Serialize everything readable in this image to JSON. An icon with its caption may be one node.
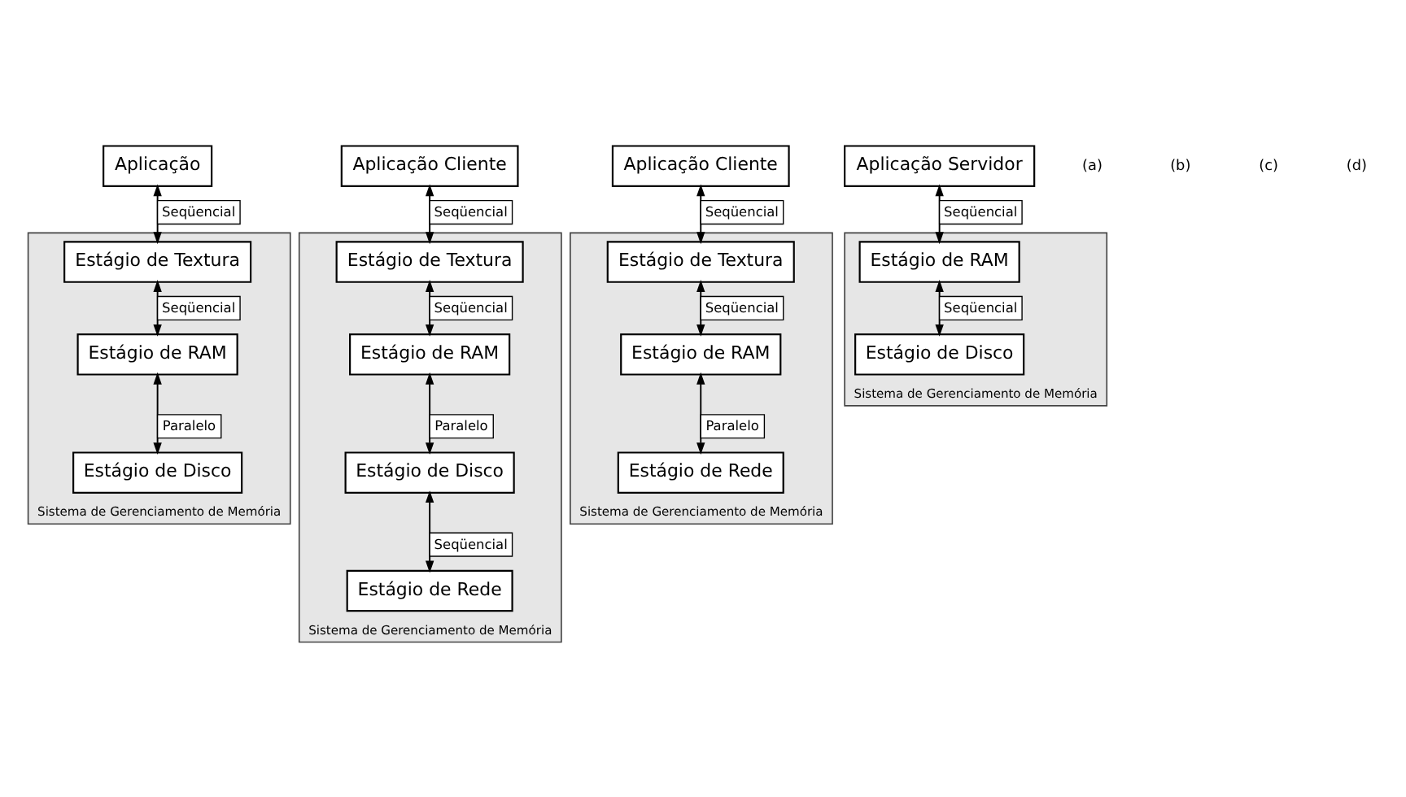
{
  "diagram": {
    "nodes": [
      {
        "text": [
          "Aplicação"
        ]
      },
      {
        "text": [
          "Sistema de Gerenciamento de Memória"
        ]
      },
      {
        "text": [
          "Estágio de Textura"
        ],
        "in": 1
      },
      {
        "text": [
          "Estágio de RAM"
        ],
        "in": 1
      },
      {
        "text": [
          "Estágio de Disco"
        ],
        "in": 1
      },
      {
        "text": [
          "Aplicação Cliente"
        ]
      },
      {
        "text": [
          "Sistema de Gerenciamento de Memória"
        ]
      },
      {
        "text": [
          "Estágio de Textura"
        ],
        "in": 6
      },
      {
        "text": [
          "Estágio de RAM"
        ],
        "in": 6
      },
      {
        "text": [
          "Estágio de Disco"
        ],
        "in": 6
      },
      {
        "text": [
          "Estágio de Rede"
        ],
        "in": 6
      },
      {
        "text": [
          "Aplicação Cliente"
        ]
      },
      {
        "text": [
          "Sistema de Gerenciamento de Memória"
        ]
      },
      {
        "text": [
          "Estágio de Textura"
        ],
        "in": 12
      },
      {
        "text": [
          "Estágio de RAM"
        ],
        "in": 12
      },
      {
        "text": [
          "Estágio de Rede"
        ],
        "in": 12
      },
      {
        "text": [
          "Aplicação Servidor"
        ]
      },
      {
        "text": [
          "Sistema de Gerenciamento de Memória"
        ]
      },
      {
        "text": [
          "Estágio de RAM"
        ],
        "in": 17
      },
      {
        "text": [
          "Estágio de Disco"
        ],
        "in": 17
      }
    ],
    "edges": [
      {
        "from": 0,
        "to": 2,
        "arrow": "both",
        "label": "Seqüencial"
      },
      {
        "from": 2,
        "to": 3,
        "arrow": "both",
        "label": "Seqüencial"
      },
      {
        "from": 3,
        "to": 4,
        "arrow": "both",
        "label": "Paralelo"
      },
      {
        "from": 5,
        "to": 7,
        "arrow": "both",
        "label": "Seqüencial"
      },
      {
        "from": 7,
        "to": 8,
        "arrow": "both",
        "label": "Seqüencial"
      },
      {
        "from": 8,
        "to": 9,
        "arrow": "both",
        "label": "Paralelo"
      },
      {
        "from": 9,
        "to": 10,
        "arrow": "both",
        "label": "Seqüencial"
      },
      {
        "from": 11,
        "to": 13,
        "arrow": "both",
        "label": "Seqüencial"
      },
      {
        "from": 13,
        "to": 14,
        "arrow": "both",
        "label": "Seqüencial"
      },
      {
        "from": 14,
        "to": 15,
        "arrow": "both",
        "label": "Paralelo"
      },
      {
        "from": 16,
        "to": 18,
        "arrow": "both",
        "label": "Seqüencial"
      },
      {
        "from": 18,
        "to": 19,
        "arrow": "both",
        "label": "Seqüencial"
      }
    ],
    "labels": [
      "(a)",
      "(b)",
      "(c)",
      "(d)"
    ]
  }
}
